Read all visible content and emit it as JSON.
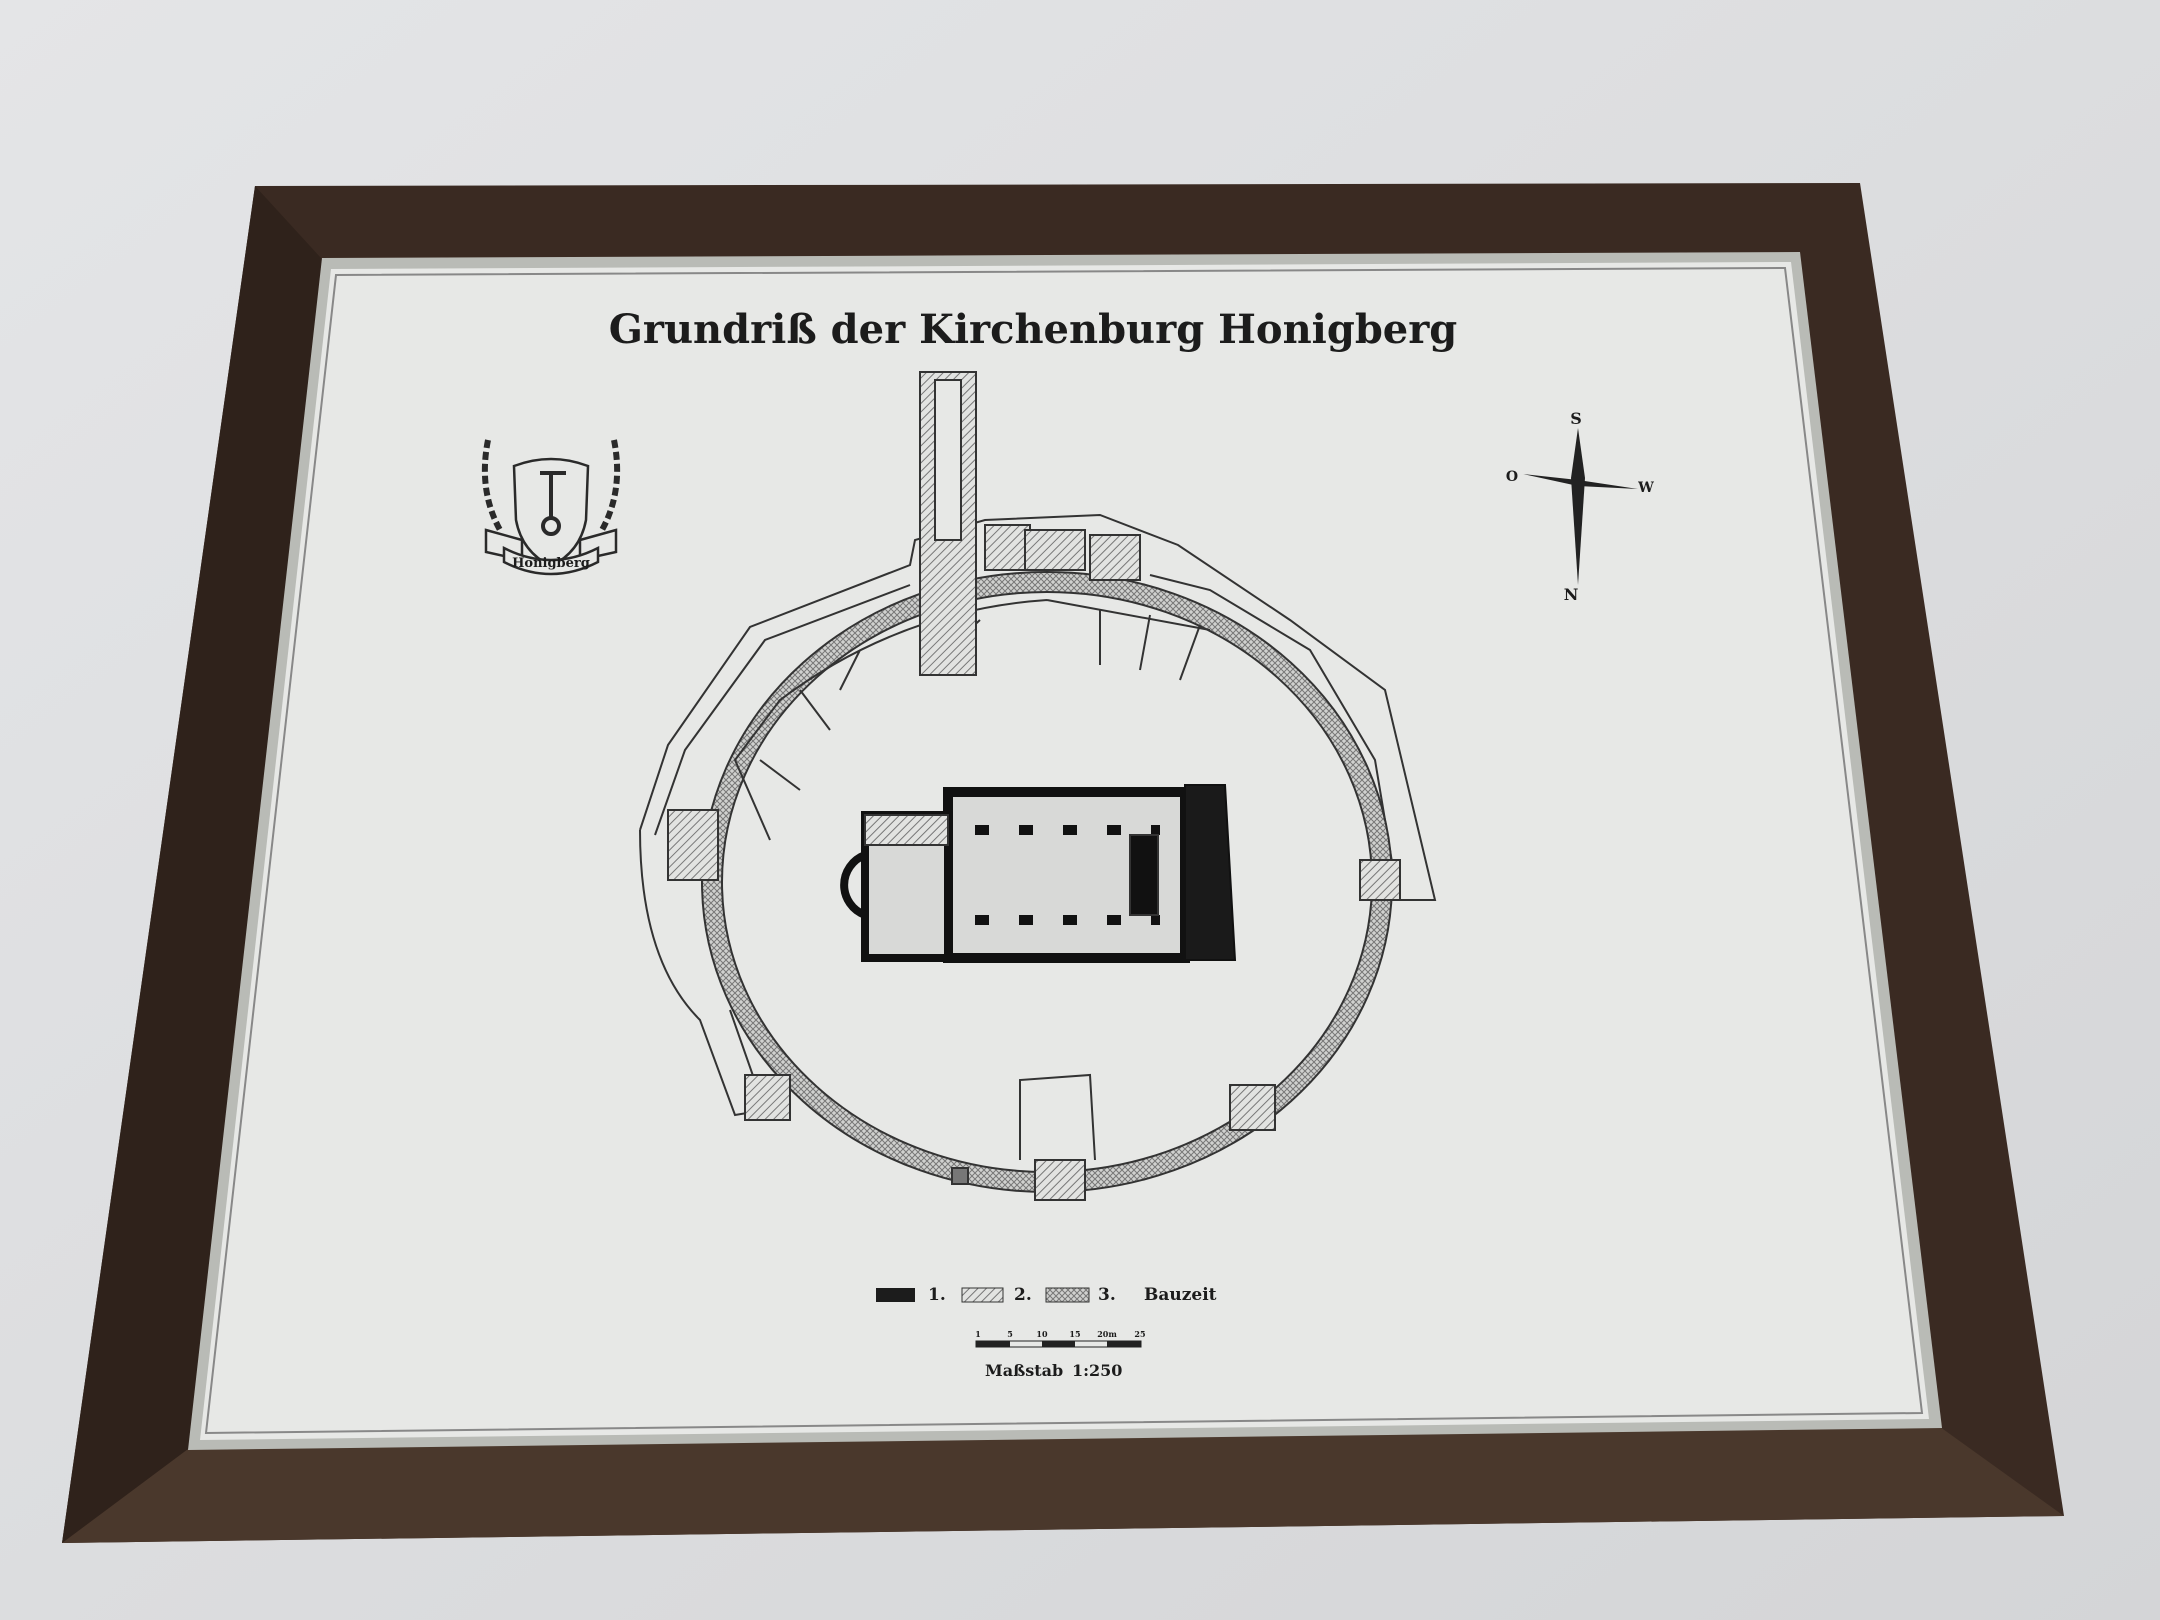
{
  "plan": {
    "title": "Grundriß der Kirchenburg Honigberg",
    "crest_banner": "Honigberg",
    "compass": {
      "top": "S",
      "bottom": "N",
      "left": "O",
      "right": "W"
    },
    "legend": {
      "items": [
        {
          "label": "1.",
          "pattern": "solid"
        },
        {
          "label": "2.",
          "pattern": "hatched"
        },
        {
          "label": "3.",
          "pattern": "crosshatched"
        }
      ],
      "caption": "Bauzeit"
    },
    "scale_bar": {
      "ticks": [
        "1",
        "5",
        "10",
        "15",
        "20m",
        "25"
      ],
      "label": "Maßstab",
      "ratio": "1:250"
    }
  },
  "colors": {
    "wall": "#dedfe1",
    "frame": "#3a2a22",
    "paper": "#e7e8e6",
    "ink": "#1c1c1c"
  }
}
